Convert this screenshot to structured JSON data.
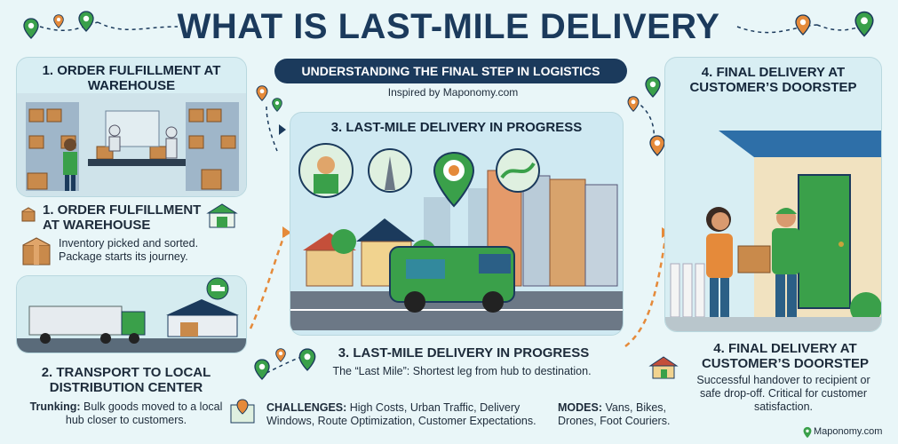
{
  "header": {
    "title": "WHAT IS LAST-MILE DELIVERY",
    "subtitle": "UNDERSTANDING THE FINAL STEP IN LOGISTICS",
    "inspired": "Inspired by Maponomy.com"
  },
  "step1": {
    "panel_title": "1. ORDER FULFILLMENT AT WAREHOUSE",
    "title": "1. ORDER FULFILLMENT AT WAREHOUSE",
    "desc": "Inventory picked and sorted. Package starts its journey."
  },
  "step2": {
    "title": "2. TRANSPORT TO LOCAL DISTRIBUTION CENTER",
    "desc_bold": "Trunking:",
    "desc": " Bulk goods moved to a local hub closer to customers."
  },
  "step3": {
    "panel_title": "3. LAST-MILE DELIVERY IN PROGRESS",
    "title": "3. LAST-MILE DELIVERY IN PROGRESS",
    "desc": "The “Last Mile”: Shortest leg from hub to destination."
  },
  "challenges": {
    "label": "CHALLENGES:",
    "text": " High Costs, Urban Traffic, Delivery Windows, Route Optimization, Customer Expectations."
  },
  "modes": {
    "label": "MODES:",
    "text": " Vans, Bikes, Drones, Foot Couriers."
  },
  "step4": {
    "panel_title": "4. FINAL DELIVERY AT CUSTOMER’S DOORSTEP",
    "title": "4. FINAL DELIVERY AT CUSTOMER’S DOORSTEP",
    "desc": "Successful handover to recipient or safe drop-off. Critical for customer satisfaction."
  },
  "footer": {
    "text": "Maponomy.com"
  },
  "colors": {
    "navy": "#1b3a5c",
    "green": "#3aa04a",
    "orange": "#e58a3a",
    "panel": "#d8eef3"
  }
}
